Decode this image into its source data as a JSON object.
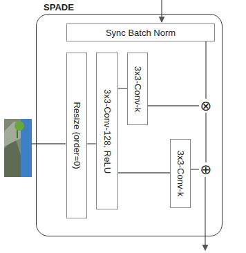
{
  "diagram": {
    "nodes": [
      {
        "text": [
          "SPADE"
        ]
      },
      {
        "text": [
          "Sync Batch Norm"
        ],
        "in": 0
      },
      {
        "text": [
          "Resize (order=0)"
        ],
        "in": 0
      },
      {
        "text": [
          "3x3-Conv-128, ReLU"
        ],
        "in": 0
      },
      {
        "text": [
          "3x3-Conv-k"
        ],
        "in": 0
      },
      {
        "text": [
          "3x3-Conv-k"
        ],
        "in": 0
      },
      {
        "text": [
          "⊗"
        ],
        "in": 0
      },
      {
        "text": [
          "⊕"
        ],
        "in": 0
      }
    ],
    "edges": [
      {
        "from": 1,
        "to": 6,
        "arrow": "none"
      },
      {
        "from": 2,
        "to": 3,
        "arrow": "none"
      },
      {
        "from": 3,
        "to": 4,
        "arrow": "none"
      },
      {
        "from": 3,
        "to": 5,
        "arrow": "none"
      },
      {
        "from": 4,
        "to": 6,
        "arrow": "none"
      },
      {
        "from": 5,
        "to": 7,
        "arrow": "none"
      },
      {
        "from": 6,
        "to": 7,
        "arrow": "none"
      }
    ]
  }
}
